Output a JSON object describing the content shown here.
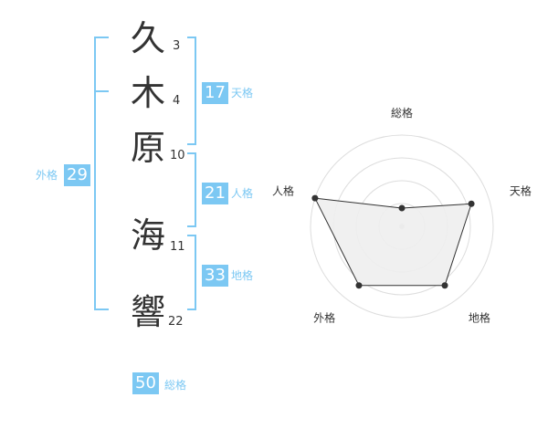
{
  "name": {
    "chars": [
      {
        "char": "久",
        "strokes": "3"
      },
      {
        "char": "木",
        "strokes": "4"
      },
      {
        "char": "原",
        "strokes": "10"
      },
      {
        "char": "海",
        "strokes": "11"
      },
      {
        "char": "響",
        "strokes": "22"
      }
    ]
  },
  "kakusu": {
    "tenkaku": {
      "value": "17",
      "label": "天格"
    },
    "jinkaku": {
      "value": "21",
      "label": "人格"
    },
    "chikaku": {
      "value": "33",
      "label": "地格"
    },
    "gaikaku": {
      "value": "29",
      "label": "外格"
    },
    "soukaku": {
      "value": "50",
      "label": "総格"
    }
  },
  "chart_data": {
    "type": "radar",
    "axes": [
      "総格",
      "天格",
      "地格",
      "外格",
      "人格"
    ],
    "values": [
      0.2,
      0.8,
      0.8,
      0.8,
      1.0
    ],
    "max": 1,
    "rings": 4,
    "colors": {
      "fill": "#eeeeee",
      "line": "#333333",
      "grid": "#dddddd",
      "center": "#cccccc"
    }
  },
  "colors": {
    "accent": "#7cc8f3",
    "text": "#333333"
  }
}
